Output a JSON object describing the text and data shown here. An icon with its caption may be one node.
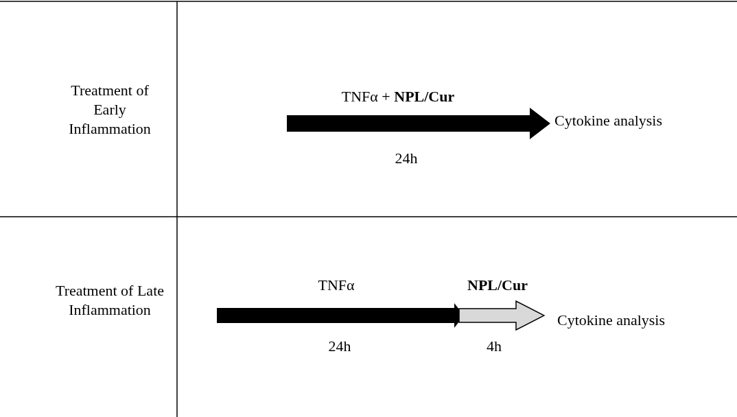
{
  "diagram": {
    "nodes": [
      {
        "text": [
          "Treatment of Early Inflammation"
        ]
      },
      {
        "text": [
          "Cytokine analysis"
        ]
      },
      {
        "text": [
          "Treatment of Late Inflammation"
        ]
      },
      {
        "text": [],
        "shape": "arrow",
        "beside": [
          "NPL/Cur",
          "4h"
        ]
      },
      {
        "text": [
          "Cytokine analysis"
        ]
      }
    ],
    "edges": [
      {
        "from": null,
        "to": 1,
        "arrow": "to",
        "label": "TNFα + **NPL/Cur**"
      },
      {
        "from": null,
        "to": 3,
        "arrow": "to",
        "label": "TNFα"
      }
    ],
    "labels": [
      "24h",
      "24h"
    ]
  }
}
